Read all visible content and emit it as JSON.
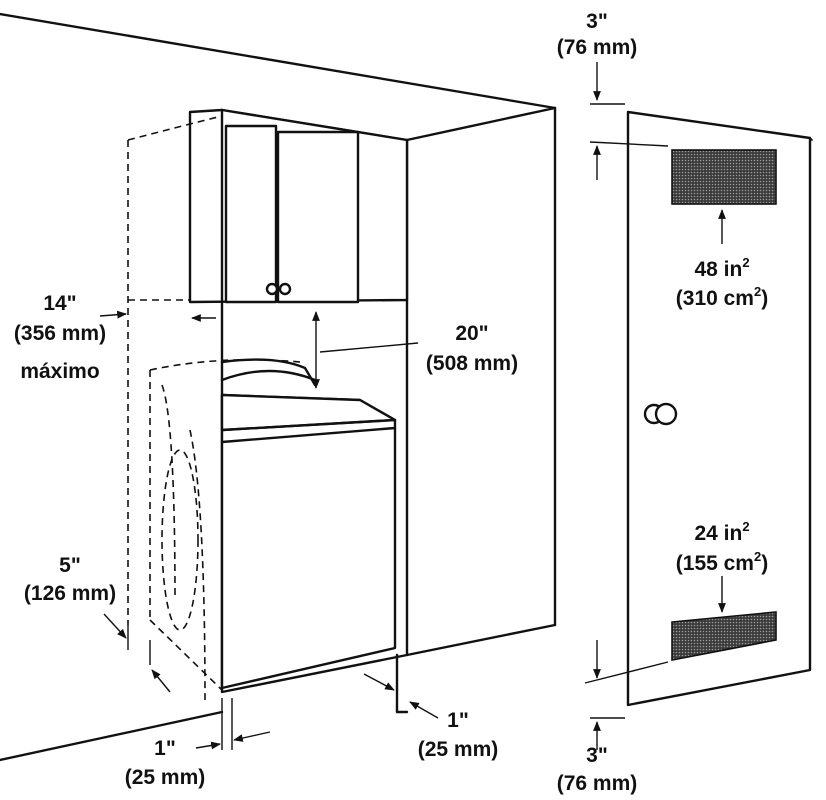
{
  "labels": {
    "top_clearance": {
      "inches": "3\"",
      "mm": "(76 mm)"
    },
    "top_vent": {
      "area": "48 in",
      "exp": "2",
      "metric": "(310 cm",
      "metric_exp": "2",
      "close": ")"
    },
    "side_depth": {
      "inches": "14\"",
      "mm": "(356 mm)",
      "note": "máximo"
    },
    "cabinet_gap": {
      "inches": "20\"",
      "mm": "(508 mm)"
    },
    "bottom_vent": {
      "area": "24 in",
      "exp": "2",
      "metric": "(155 cm",
      "metric_exp": "2",
      "close": ")"
    },
    "front_clearance": {
      "inches": "5\"",
      "mm": "(126 mm)"
    },
    "left_side": {
      "inches": "1\"",
      "mm": "(25 mm)"
    },
    "right_side": {
      "inches": "1\"",
      "mm": "(25 mm)"
    },
    "bottom_clearance": {
      "inches": "3\"",
      "mm": "(76 mm)"
    }
  }
}
